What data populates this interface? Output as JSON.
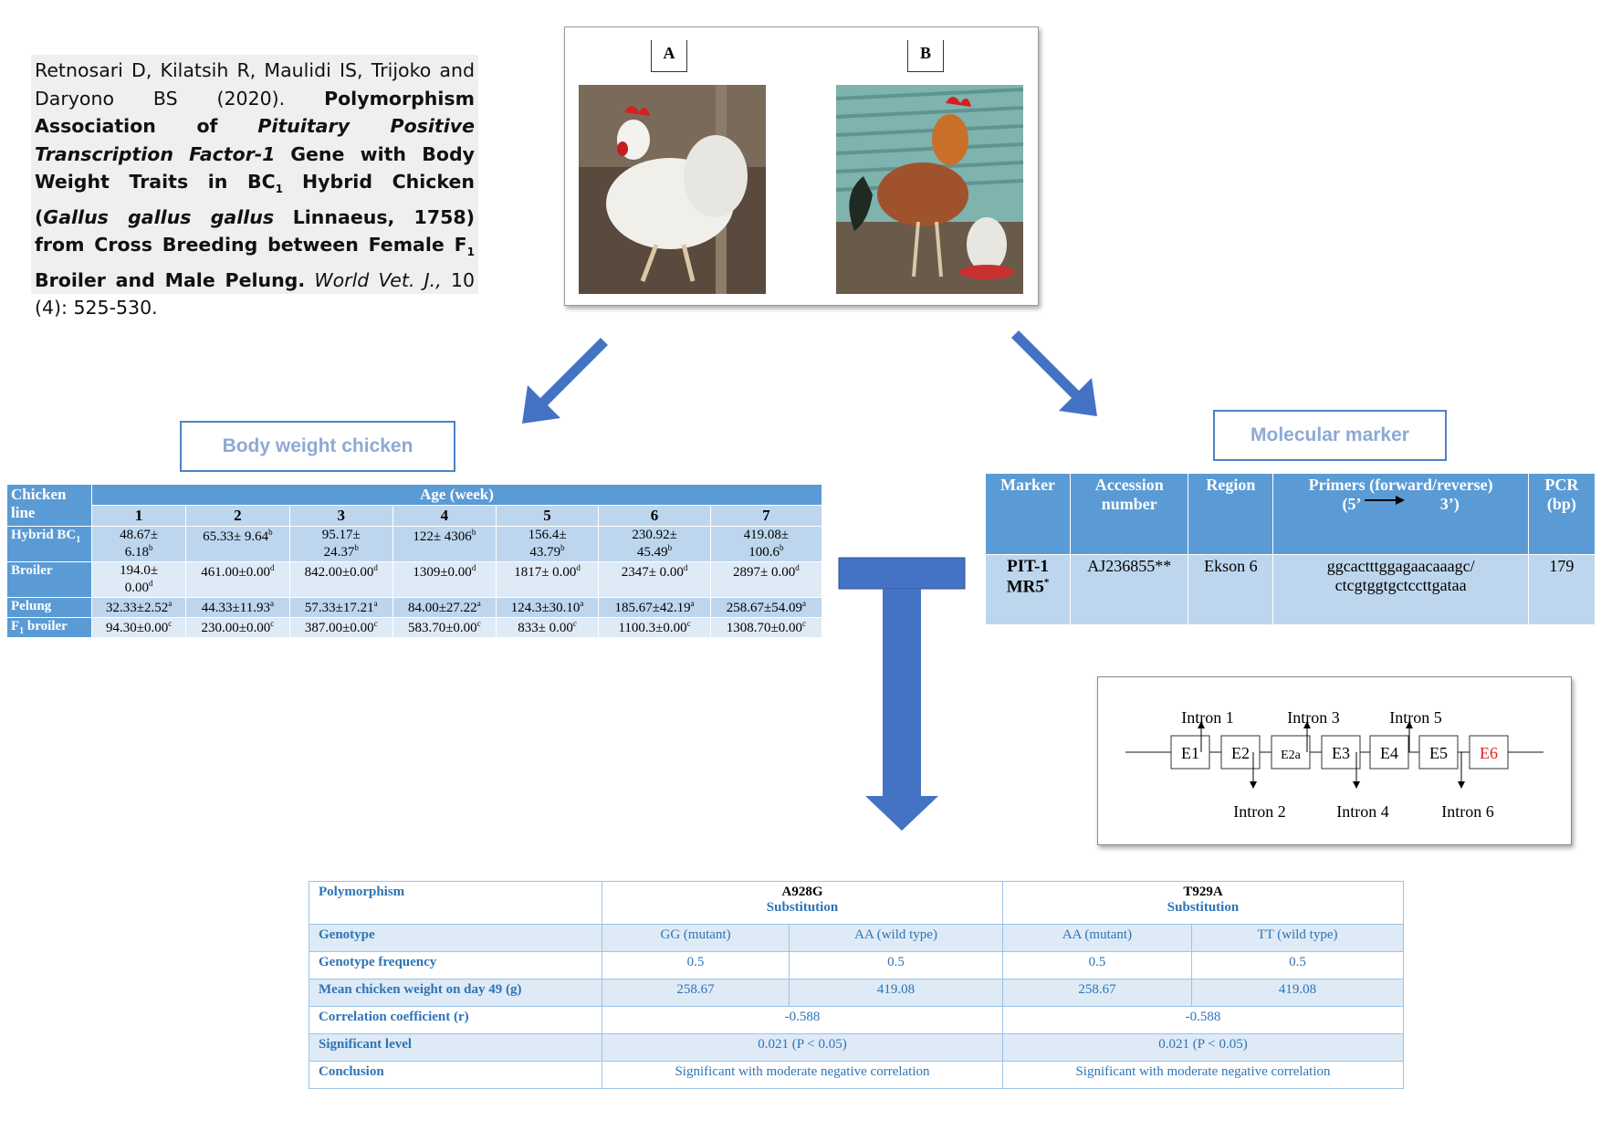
{
  "citation": {
    "authors": "Retnosari D, Kilatsih R, Maulidi IS, Trijoko and Daryono BS (2020).",
    "title_part1": "Polymorphism Association of",
    "title_italic": "Pituitary Positive Transcription Factor-1",
    "title_part2": "Gene with Body Weight Traits in BC",
    "title_sub1": "1",
    "title_part3": "Hybrid Chicken (",
    "title_species": "Gallus gallus gallus",
    "title_part4": "Linnaeus, 1758) from Cross Breeding between Female F",
    "title_sub2": "1",
    "title_part5": "Broiler and Male Pelung.",
    "journal": "World Vet. J.,",
    "volume": "10 (4): 525-530."
  },
  "photos": {
    "label_a": "A",
    "label_b": "B"
  },
  "body_weight": {
    "title": "Body weight chicken",
    "header_line": "Chicken line",
    "header_age": "Age (week)",
    "weeks": [
      "1",
      "2",
      "3",
      "4",
      "5",
      "6",
      "7"
    ],
    "rows": [
      {
        "line": "Hybrid BC",
        "line_sub": "1",
        "values": [
          {
            "v": "48.67±\n6.18",
            "s": "b"
          },
          {
            "v": "65.33± 9.64",
            "s": "b"
          },
          {
            "v": "95.17±\n24.37",
            "s": "b"
          },
          {
            "v": "122± 4306",
            "s": "b"
          },
          {
            "v": "156.4±\n43.79",
            "s": "b"
          },
          {
            "v": "230.92±\n45.49",
            "s": "b"
          },
          {
            "v": "419.08±\n100.6",
            "s": "b"
          }
        ]
      },
      {
        "line": "Broiler",
        "line_sub": "",
        "values": [
          {
            "v": "194.0±\n0.00",
            "s": "d"
          },
          {
            "v": "461.00±0.00",
            "s": "d"
          },
          {
            "v": "842.00±0.00",
            "s": "d"
          },
          {
            "v": "1309±0.00",
            "s": "d"
          },
          {
            "v": "1817± 0.00",
            "s": "d"
          },
          {
            "v": "2347± 0.00",
            "s": "d"
          },
          {
            "v": "2897± 0.00",
            "s": "d"
          }
        ]
      },
      {
        "line": "Pelung",
        "line_sub": "",
        "values": [
          {
            "v": "32.33±2.52",
            "s": "a"
          },
          {
            "v": "44.33±11.93",
            "s": "a"
          },
          {
            "v": "57.33±17.21",
            "s": "a"
          },
          {
            "v": "84.00±27.22",
            "s": "a"
          },
          {
            "v": "124.3±30.10",
            "s": "a"
          },
          {
            "v": "185.67±42.19",
            "s": "a"
          },
          {
            "v": "258.67±54.09",
            "s": "a"
          }
        ]
      },
      {
        "line": "F",
        "line_sub": "1",
        "line_suffix": " broiler",
        "values": [
          {
            "v": "94.30±0.00",
            "s": "c"
          },
          {
            "v": "230.00±0.00",
            "s": "c"
          },
          {
            "v": "387.00±0.00",
            "s": "c"
          },
          {
            "v": "583.70±0.00",
            "s": "c"
          },
          {
            "v": "833± 0.00",
            "s": "c"
          },
          {
            "v": "1100.3±0.00",
            "s": "c"
          },
          {
            "v": "1308.70±0.00",
            "s": "c"
          }
        ]
      }
    ]
  },
  "molecular_marker": {
    "title": "Molecular marker",
    "headers": [
      "Marker",
      "Accession number",
      "Region",
      "Primers (forward/reverse)",
      "PCR (bp)"
    ],
    "primer_dir_left": "(5’",
    "primer_dir_right": "3’)",
    "row": {
      "marker": "PIT-1 MR5",
      "marker_sup": "*",
      "accession": "AJ236855**",
      "region": "Ekson 6",
      "primer_forward": "ggcactttggagaacaaagc/",
      "primer_reverse": "ctcgtggtgctccttgataa",
      "pcr": "179"
    }
  },
  "gene_diagram": {
    "exons": [
      "E1",
      "E2",
      "E2a",
      "E3",
      "E4",
      "E5",
      "E6"
    ],
    "introns_top": [
      "Intron 1",
      "Intron 3",
      "Intron 5"
    ],
    "introns_bottom": [
      "Intron 2",
      "Intron 4",
      "Intron 6"
    ],
    "highlight_color": "#e02020"
  },
  "polymorphism": {
    "header_label": "Polymorphism",
    "snp1": {
      "name": "A928G",
      "type": "Substitution"
    },
    "snp2": {
      "name": "T929A",
      "type": "Substitution"
    },
    "rows": [
      {
        "label": "Genotype",
        "cells": [
          "GG (mutant)",
          "AA (wild type)",
          "AA (mutant)",
          "TT (wild type)"
        ]
      },
      {
        "label": "Genotype frequency",
        "cells": [
          "0.5",
          "0.5",
          "0.5",
          "0.5"
        ]
      },
      {
        "label": "Mean chicken weight on day 49 (g)",
        "cells": [
          "258.67",
          "419.08",
          "258.67",
          "419.08"
        ]
      }
    ],
    "merged_rows": [
      {
        "label": "Correlation coefficient (r)",
        "cells": [
          "-0.588",
          "-0.588"
        ]
      },
      {
        "label": "Significant level",
        "cells": [
          "0.021 (P < 0.05)",
          "0.021 (P < 0.05)"
        ]
      },
      {
        "label": "Conclusion",
        "cells": [
          "Significant with moderate negative correlation",
          "Significant with moderate negative correlation"
        ]
      }
    ]
  },
  "colors": {
    "arrow": "#4472c4",
    "table_header": "#5b9bd5",
    "table_cell": "#bdd6ee",
    "title_text": "#8ea9d3"
  }
}
